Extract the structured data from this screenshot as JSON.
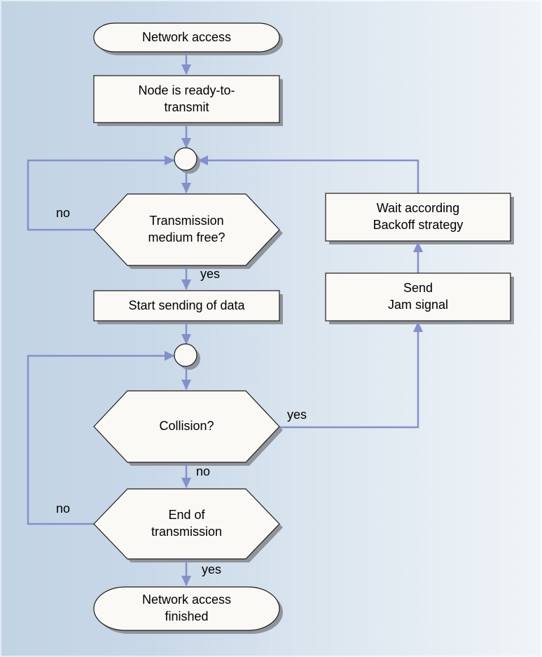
{
  "colors": {
    "background_left": "#c2d3e4",
    "background_right": "#f0f4f8",
    "connector": "#8390ca",
    "shape_fill": "#faf9f6",
    "shape_border": "#1c1c1c",
    "shadow": "#90959b",
    "text": "#000000"
  },
  "nodes": {
    "start": {
      "type": "terminator",
      "label": "Network access"
    },
    "ready": {
      "type": "process",
      "label": "Node is ready-to-\ntransmit"
    },
    "medium_free": {
      "type": "decision",
      "label": "Transmission\nmedium free?"
    },
    "start_sending": {
      "type": "process",
      "label": "Start sending of data"
    },
    "collision": {
      "type": "decision",
      "label": "Collision?"
    },
    "end_transmission": {
      "type": "decision",
      "label": "End of\ntransmission"
    },
    "finished": {
      "type": "terminator",
      "label": "Network access\nfinished"
    },
    "wait_backoff": {
      "type": "process",
      "label": "Wait according\nBackoff strategy"
    },
    "send_jam": {
      "type": "process",
      "label": "Send\nJam signal"
    }
  },
  "edge_labels": {
    "medium_free_no": "no",
    "medium_free_yes": "yes",
    "collision_yes": "yes",
    "collision_no": "no",
    "end_no": "no",
    "end_yes": "yes"
  }
}
